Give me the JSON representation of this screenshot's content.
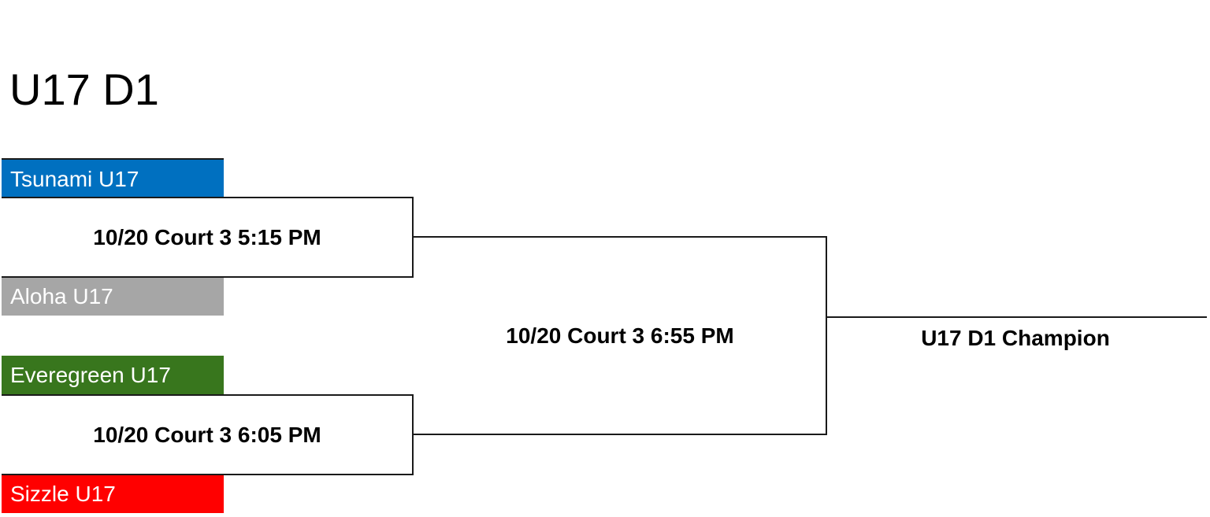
{
  "title": "U17 D1",
  "teams": [
    {
      "name": "Tsunami U17",
      "color": "#0070C0",
      "text_color": "#ffffff"
    },
    {
      "name": "Aloha U17",
      "color": "#A6A6A6",
      "text_color": "#ffffff"
    },
    {
      "name": "Everegreen U17",
      "color": "#38761D",
      "text_color": "#ffffff"
    },
    {
      "name": "Sizzle U17",
      "color": "#FF0000",
      "text_color": "#ffffff"
    }
  ],
  "games": [
    {
      "label": "10/20 Court 3 5:15 PM"
    },
    {
      "label": "10/20 Court 3 6:05 PM"
    },
    {
      "label": "10/20 Court 3 6:55 PM"
    }
  ],
  "champion": {
    "label": "U17 D1 Champion"
  }
}
